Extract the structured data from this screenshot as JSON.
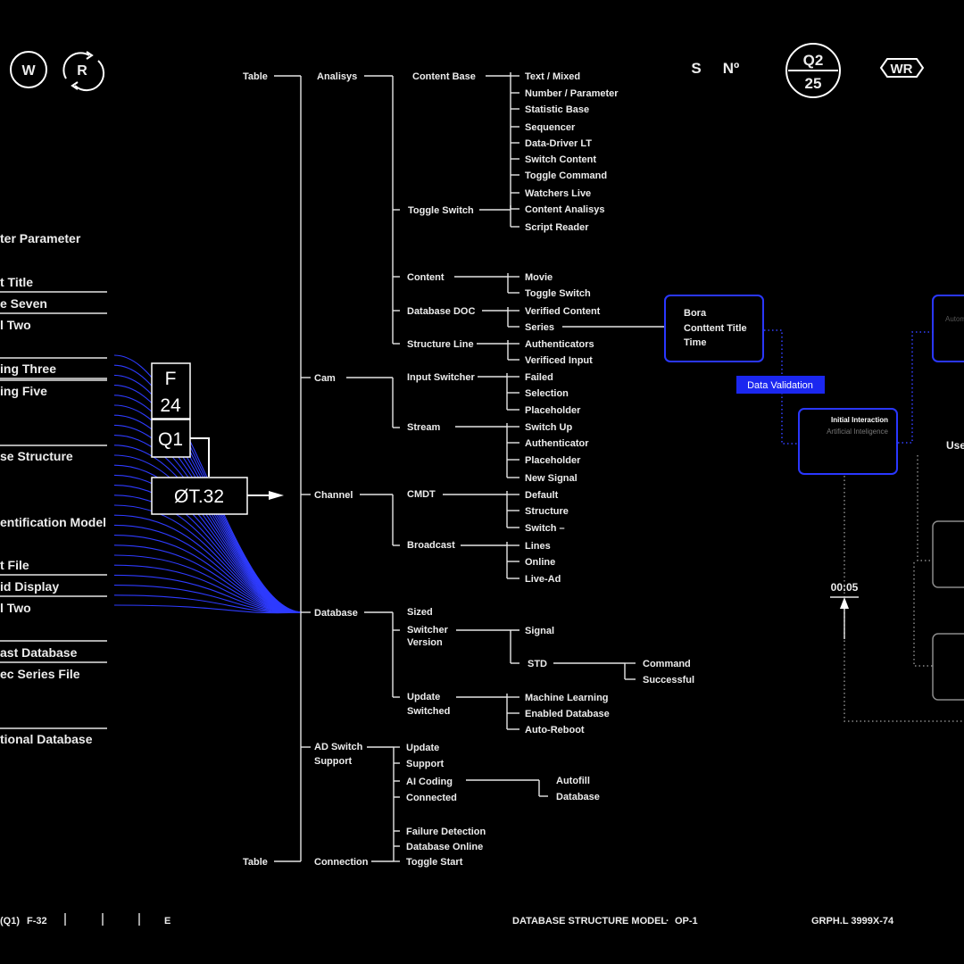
{
  "header": {
    "w_badge": "W",
    "r_badge": "R",
    "s_label": "S",
    "no_label": "Nº",
    "q_top": "Q2",
    "q_bottom": "25",
    "wr_badge": "WR"
  },
  "left_list": [
    "ter Parameter",
    "t Title",
    "e Seven",
    "l Two",
    "ing Three",
    "ing Five",
    "se Structure",
    "entification Model",
    "t File",
    "id Display",
    "l Two",
    "ast Database",
    "ec Series File",
    "tional Database"
  ],
  "marker": {
    "f_top": "F",
    "f_bottom": "24",
    "q1": "Q1",
    "ot": "ØT.32"
  },
  "tree": {
    "root_top": "Table",
    "root_bottom": "Table",
    "level1": [
      "Analisys",
      "Cam",
      "Channel",
      "Database",
      "AD Switch",
      "Support",
      "Connection"
    ],
    "analisys": {
      "content_base": "Content Base",
      "content_base_items": [
        "Text / Mixed",
        "Number / Parameter",
        "Statistic Base",
        "Sequencer",
        "Data-Driver LT",
        "Switch Content",
        "Toggle Command",
        "Watchers Live"
      ],
      "toggle_switch": "Toggle Switch",
      "toggle_switch_items": [
        "Content Analisys",
        "Script Reader"
      ],
      "content": "Content",
      "content_items": [
        "Movie",
        "Toggle Switch"
      ],
      "database_doc": "Database DOC",
      "database_doc_items": [
        "Verified Content",
        "Series"
      ],
      "structure_line": "Structure Line",
      "structure_line_items": [
        "Authenticators",
        "Verificed Input"
      ]
    },
    "cam": {
      "input_switcher": "Input Switcher",
      "input_switcher_items": [
        "Failed",
        "Selection",
        "Placeholder"
      ],
      "stream": "Stream",
      "stream_items": [
        "Switch Up",
        "Authenticator",
        "Placeholder",
        "New Signal"
      ]
    },
    "channel": {
      "cmdt": "CMDT",
      "cmdt_items": [
        "Default",
        "Structure",
        "Switch –"
      ],
      "broadcast": "Broadcast",
      "broadcast_items": [
        "Lines",
        "Online",
        "Live-Ad"
      ]
    },
    "database": {
      "sized": "Sized",
      "switcher_1": "Switcher",
      "switcher_2": "Version",
      "signal": "Signal",
      "std": "STD",
      "std_items": [
        "Command",
        "Successful"
      ],
      "update_1": "Update",
      "update_2": "Switched",
      "update_items": [
        "Machine Learning",
        "Enabled Database",
        "Auto-Reboot"
      ]
    },
    "ad_switch": {
      "items": [
        "Update",
        "Support",
        "AI Coding",
        "Connected"
      ],
      "ai_coding_items": [
        "Autofill",
        "Database"
      ]
    },
    "connection": {
      "items": [
        "Failure Detection",
        "Database Online",
        "Toggle Start"
      ]
    }
  },
  "right_panel": {
    "bora_box": [
      "Bora",
      "Conttent Title",
      "Time"
    ],
    "validation_tag": "Data Validation",
    "initial_box_title": "Initial Interaction",
    "initial_box_sub": "Artificial Inteligence",
    "right_box_text": "Autom",
    "use_label": "Use",
    "timer": "00:05"
  },
  "footer": {
    "left_code": "(Q1)",
    "left_ref": "F-32",
    "e_label": "E",
    "center": "DATABASE STRUCTURE MODEL",
    "center_ref": "OP-1",
    "right": "GRPH.L 3999X-74"
  },
  "colors": {
    "background": "#000000",
    "foreground": "#ececec",
    "accent_blue": "#2a37ff"
  }
}
